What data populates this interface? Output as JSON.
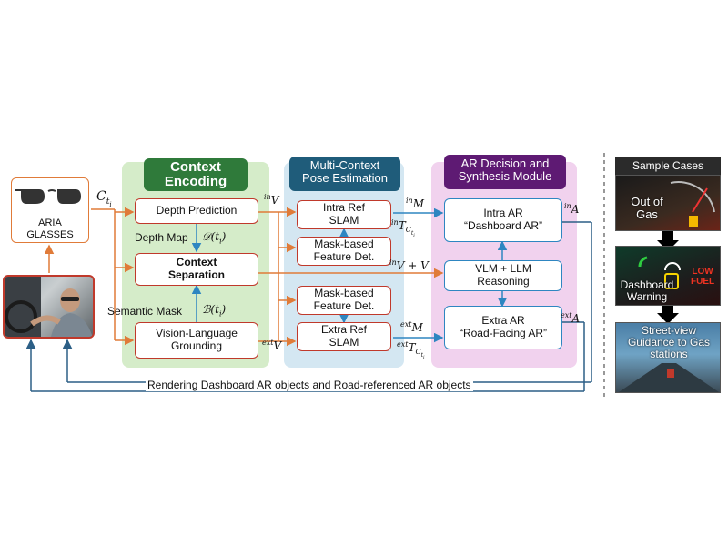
{
  "glasses": {
    "label_line1": "ARIA",
    "label_line2": "GLASSES"
  },
  "input": {
    "ct": "C"
  },
  "context_encoding": {
    "header_line1": "Context",
    "header_line2": "Encoding",
    "depth_prediction": "Depth Prediction",
    "depth_map": "Depth Map",
    "depth_symbol": "𝒟(t",
    "context_separation_line1": "Context",
    "context_separation_line2": "Separation",
    "semantic_mask": "Semantic Mask",
    "mask_symbol": "ℬ(t",
    "vlg_line1": "Vision-Language",
    "vlg_line2": "Grounding"
  },
  "pose": {
    "header_line1": "Multi-Context",
    "header_line2": "Pose Estimation",
    "intra_slam_line1": "Intra Ref",
    "intra_slam_line2": "SLAM",
    "mask_feat_top_line1": "Mask-based",
    "mask_feat_top_line2": "Feature Det.",
    "mask_feat_bottom_line1": "Mask-based",
    "mask_feat_bottom_line2": "Feature Det.",
    "extra_slam_line1": "Extra Ref",
    "extra_slam_line2": "SLAM"
  },
  "ar": {
    "header_line1": "AR Decision and",
    "header_line2": "Synthesis Module",
    "intra_ar_line1": "Intra AR",
    "intra_ar_line2": "“Dashboard AR”",
    "vlm_line1": "VLM + LLM",
    "vlm_line2": "Reasoning",
    "extra_ar_line1": "Extra AR",
    "extra_ar_line2": "“Road-Facing AR”"
  },
  "symbols": {
    "in_v": "V",
    "ext_v": "V",
    "in_m": "M",
    "in_t": "T",
    "mid_v": "V + V",
    "ext_m": "M",
    "ext_t": "T",
    "in_a": "A",
    "ext_a": "A"
  },
  "superscripts": {
    "in": "in",
    "ext": "ext"
  },
  "bottom_caption": "Rendering Dashboard AR objects and Road-referenced AR objects",
  "samples": {
    "title": "Sample Cases",
    "case1_line1": "Out of",
    "case1_line2": "Gas",
    "case2_line1": "Dashboard",
    "case2_line2": "Warning",
    "case2_badge_line1": "LOW",
    "case2_badge_line2": "FUEL",
    "case3_line1": "Street-view",
    "case3_line2": "Guidance to Gas",
    "case3_line3": "stations"
  },
  "colors": {
    "context_panel": "#d5ecc9",
    "context_header": "#2f7a3a",
    "pose_panel": "#d4e7f2",
    "pose_header": "#1f5c7a",
    "ar_panel": "#f1d2ee",
    "ar_header": "#5e1a73",
    "orange_arrow": "#e07b39",
    "blue_arrow": "#2e86c1",
    "dark_line": "#2c5f86"
  }
}
